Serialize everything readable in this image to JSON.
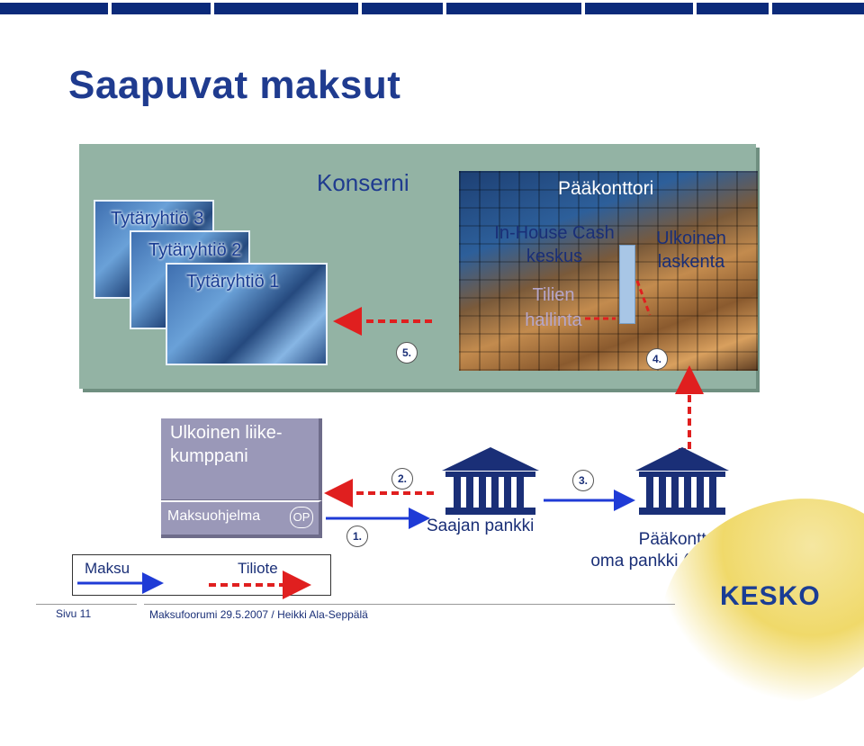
{
  "slide": {
    "title": "Saapuvat maksut",
    "konserni_label": "Konserni",
    "subsidiaries": [
      "Tytäryhtiö 3",
      "Tytäryhtiö 2",
      "Tytäryhtiö 1"
    ],
    "headquarters": {
      "label": "Pääkonttori",
      "in_house_lines": [
        "In-House Cash",
        "keskus"
      ],
      "tilien_lines": [
        "Tilien",
        "hallinta"
      ],
      "ulkoinen_lines": [
        "Ulkoinen",
        "laskenta"
      ]
    },
    "partner": {
      "label_lines": [
        "Ulkoinen liike-",
        "kumppani"
      ],
      "program_label": "Maksuohjelma",
      "op_badge": "OP"
    },
    "banks": {
      "payee_bank": "Saajan pankki",
      "house_bank_lines": [
        "Pääkonttorin",
        "oma pankki (house bank)"
      ]
    },
    "steps": [
      "1.",
      "2.",
      "3.",
      "4.",
      "5."
    ],
    "legend": {
      "payment": "Maksu",
      "statement": "Tiliote"
    },
    "footer": {
      "page": "Sivu 11",
      "info": "Maksufoorumi 29.5.2007  / Heikki Ala-Seppälä"
    },
    "logo": "KESKO",
    "colors": {
      "title": "#1f3b8f",
      "payment_arrow": "#1f3bd6",
      "statement_arrow": "#e01f1f",
      "panel": "#93b3a4"
    }
  }
}
